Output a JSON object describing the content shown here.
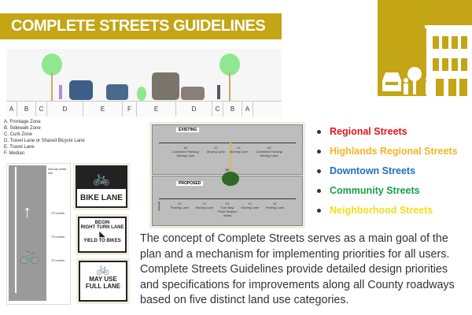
{
  "title": "COMPLETE STREETS GUIDELINES",
  "colors": {
    "brand": "#C3A515"
  },
  "street_zones": [
    "A",
    "B",
    "C",
    "D",
    "E",
    "F",
    "E",
    "D",
    "C",
    "B",
    "A"
  ],
  "zone_legend": [
    "A. Frontage Zone",
    "B. Sidewalk Zone",
    "C. Curb Zone",
    "D. Travel Lane or Shared Bicycle Lane",
    "E. Travel Lane",
    "F. Median"
  ],
  "bike_diagram": {
    "line_label": "Normal white line",
    "dims": [
      "72 inches",
      "72 inches",
      "72 inches"
    ]
  },
  "signs": {
    "bike_lane": "BIKE LANE",
    "turn_top": "BEGIN",
    "turn_mid": "RIGHT TURN LANE",
    "turn_bottom": "YIELD TO BIKES",
    "may_use_1": "MAY USE",
    "may_use_2": "FULL LANE"
  },
  "cross_section": {
    "existing": "EXISTING",
    "proposed": "PROPOSED",
    "total": "58'",
    "existing_lanes": [
      {
        "w": "18'",
        "l": "Combined Parking/ Moving Lane"
      },
      {
        "w": "11'",
        "l": "Moving Lane"
      },
      {
        "w": "11'",
        "l": "Moving Lane"
      },
      {
        "w": "18'",
        "l": "Combined Parking/ Moving Lane"
      }
    ],
    "proposed_lanes": [
      {
        "w": "12'",
        "l": "Parking Lane"
      },
      {
        "w": "11'",
        "l": "Moving Lane"
      },
      {
        "w": "10'",
        "l": "Turn Bay/ Flush Median/ Island"
      },
      {
        "w": "11'",
        "l": "Moving Lane"
      },
      {
        "w": "12'",
        "l": "Parking Lane"
      }
    ],
    "sidewalk": "Sidewalk"
  },
  "street_types": [
    {
      "label": "Regional Streets",
      "color": "#E3141B"
    },
    {
      "label": "Highlands Regional Streets",
      "color": "#F5B523"
    },
    {
      "label": "Downtown Streets",
      "color": "#1F6FB8"
    },
    {
      "label": "Community Streets",
      "color": "#17A046"
    },
    {
      "label": "Neighborhood Streets",
      "color": "#E8E21C"
    }
  ],
  "description": "The concept of Complete Streets serves as a main goal of the plan and a mechanism for implementing priorities for all users. Complete Streets Guidelines provide detailed design priorities and specifications for improvements along all County roadways based on five distinct land use categories."
}
